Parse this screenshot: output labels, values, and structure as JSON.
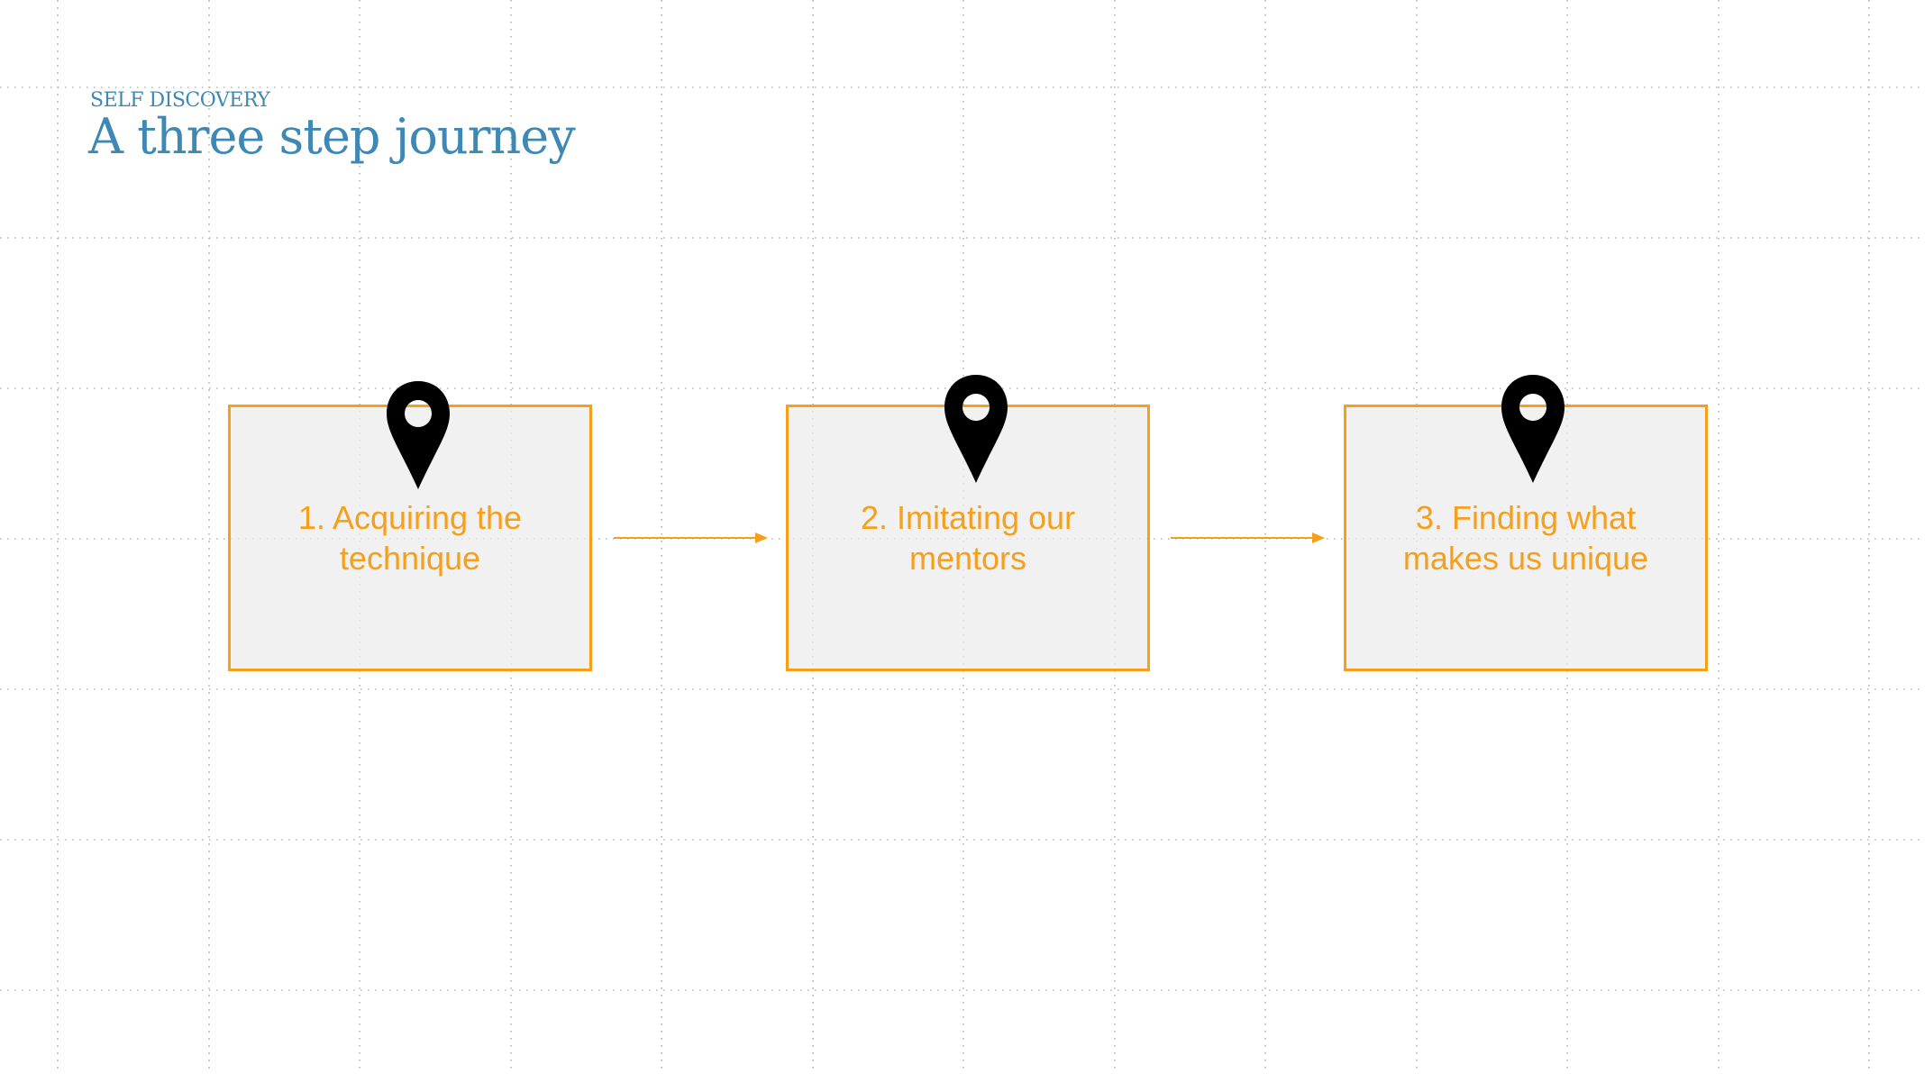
{
  "header": {
    "eyebrow": "SELF DISCOVERY",
    "title": "A three step journey"
  },
  "steps": [
    {
      "label": "1. Acquiring the technique",
      "icon": "map-pin-icon"
    },
    {
      "label": "2. Imitating our mentors",
      "icon": "map-pin-icon"
    },
    {
      "label": "3. Finding what makes us unique",
      "icon": "map-pin-icon"
    }
  ],
  "connectors": [
    "arrow-right",
    "arrow-right"
  ],
  "colors": {
    "accent": "#f59f1b",
    "heading": "#3d88b4",
    "pin": "#000000",
    "grid": "#b8b8b8",
    "box_fill": "#efefef"
  }
}
